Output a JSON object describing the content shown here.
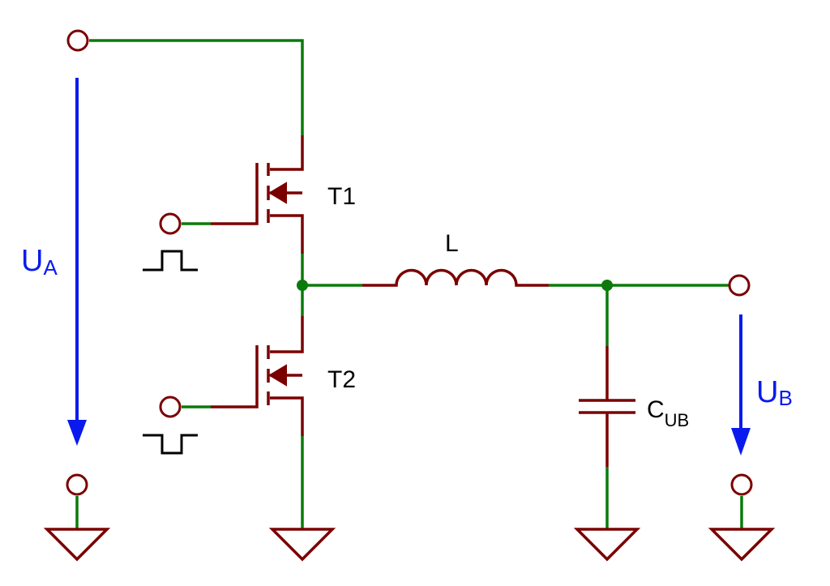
{
  "labels": {
    "t1": "T1",
    "t2": "T2",
    "inductor": "L",
    "capacitor_main": "C",
    "capacitor_sub": "UB",
    "voltage_a_main": "U",
    "voltage_a_sub": "A",
    "voltage_b_main": "U",
    "voltage_b_sub": "B"
  },
  "colors": {
    "wire": "#0a7a0a",
    "component": "#7a0000",
    "voltage_arrow": "#0a1aee",
    "pulse": "#000000"
  }
}
